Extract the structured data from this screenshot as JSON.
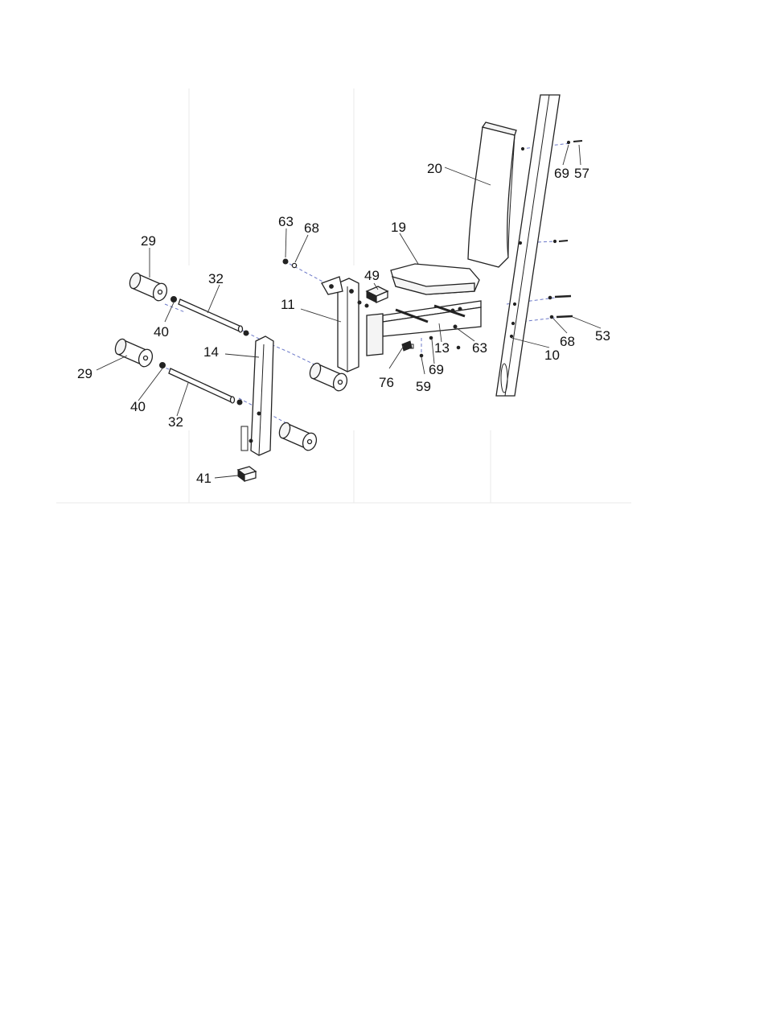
{
  "diagram": {
    "type": "exploded-parts-view",
    "callouts": {
      "p20": "20",
      "p69a": "69",
      "p57": "57",
      "p63a": "63",
      "p68a": "68",
      "p19": "19",
      "p29a": "29",
      "p32a": "32",
      "p49": "49",
      "p11": "11",
      "p40a": "40",
      "p14": "14",
      "p29b": "29",
      "p40b": "40",
      "p32b": "32",
      "p41": "41",
      "p76": "76",
      "p13": "13",
      "p63b": "63",
      "p69b": "69",
      "p59": "59",
      "p10": "10",
      "p68b": "68",
      "p53": "53"
    }
  }
}
